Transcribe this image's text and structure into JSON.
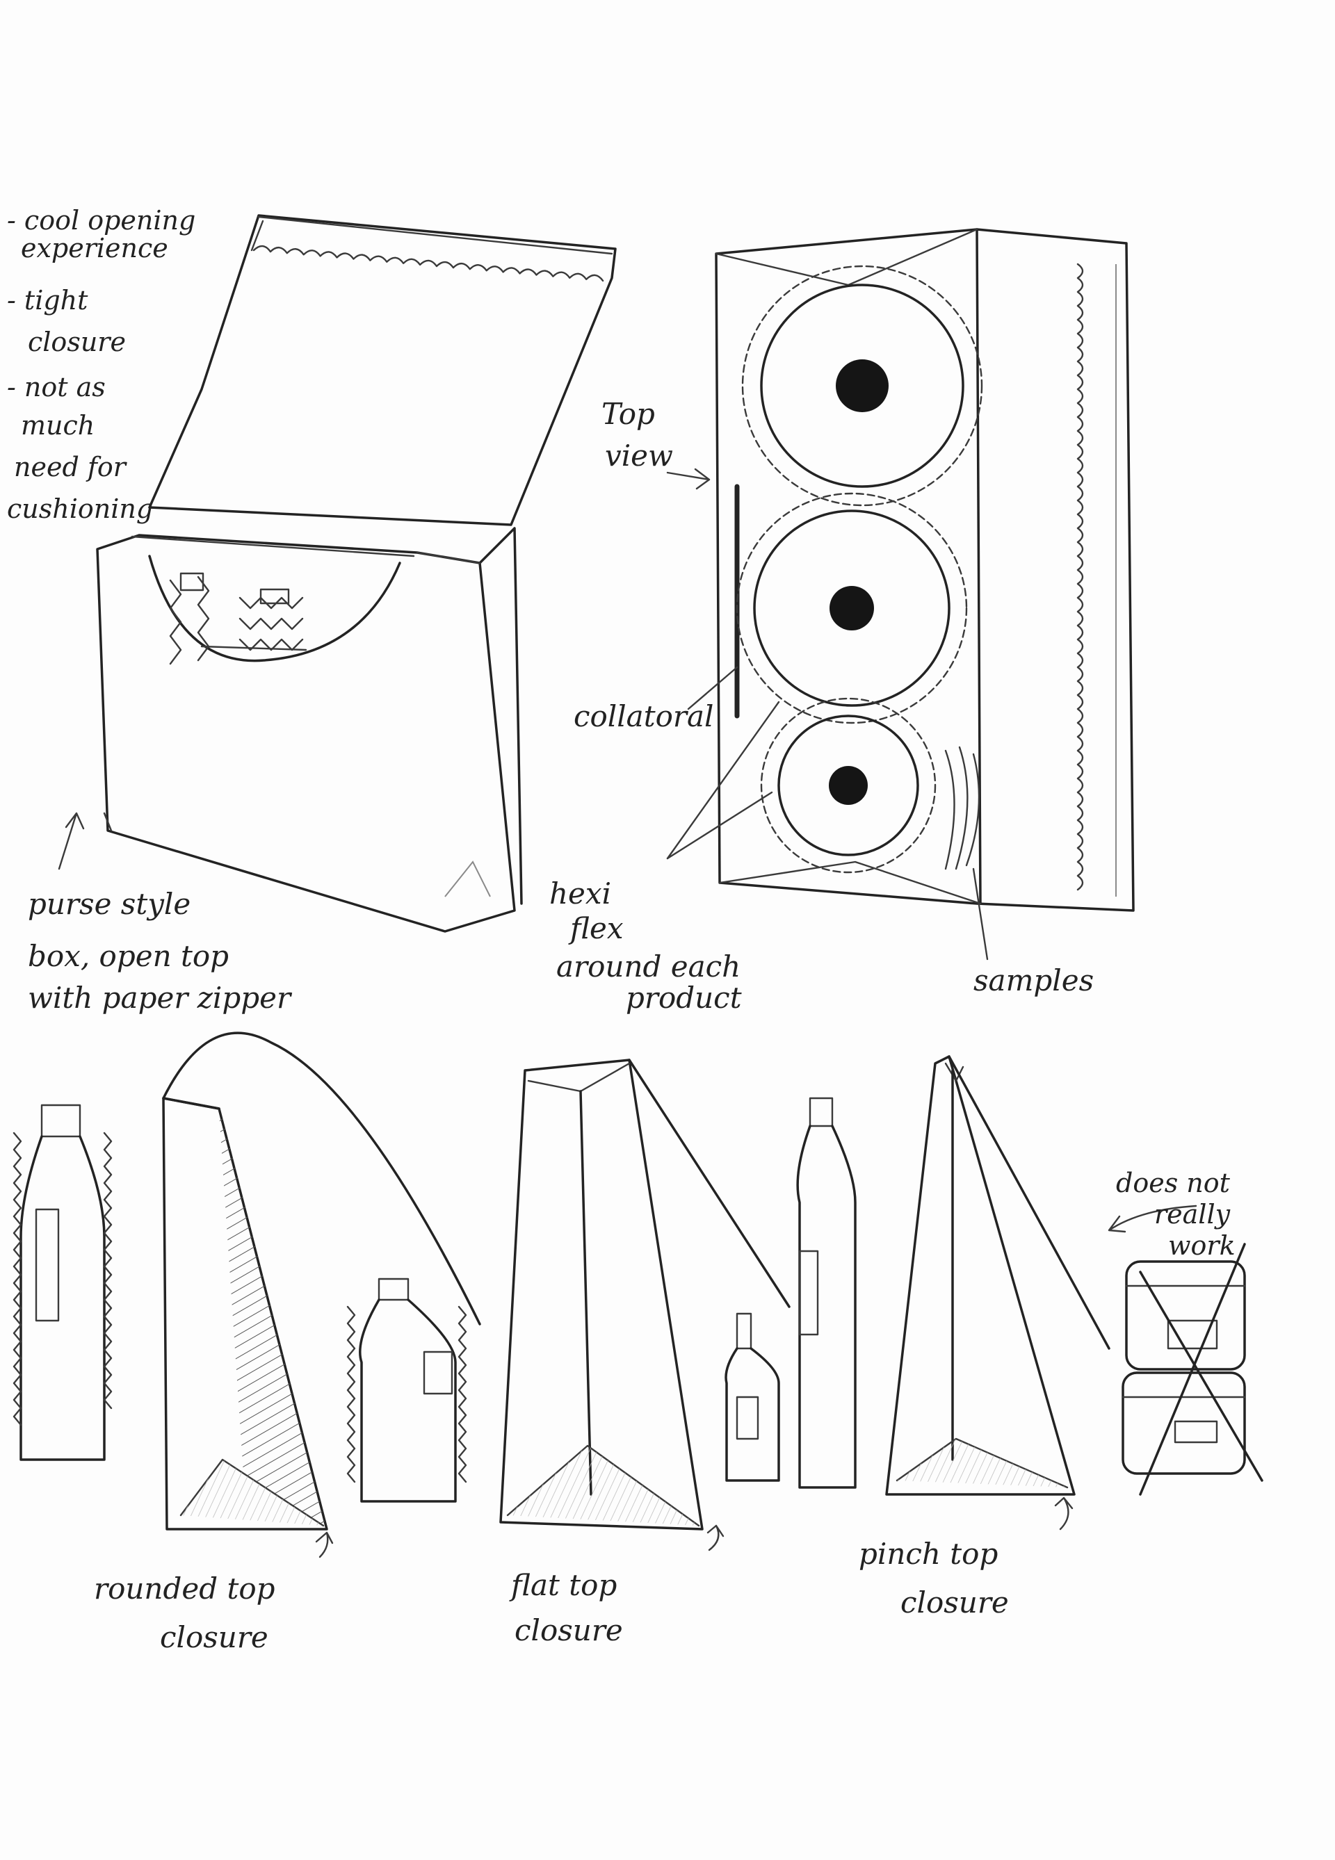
{
  "notes": {
    "box_features": [
      "- cool opening",
      "experience",
      "- tight",
      "closure",
      "- not as",
      "much",
      "need for",
      "cushioning"
    ],
    "top_view": [
      "Top",
      "view"
    ],
    "collateral": "collatoral",
    "hexi_flex": [
      "hexi",
      "flex",
      "around each",
      "product"
    ],
    "samples": "samples",
    "purse_box": [
      "purse style",
      "box, open top",
      "with paper zipper"
    ],
    "rounded_top": [
      "rounded top",
      "closure"
    ],
    "flat_top": [
      "flat top",
      "closure"
    ],
    "pinch_top": [
      "pinch top",
      "closure"
    ],
    "does_not_work": [
      "does not",
      "really",
      "work"
    ]
  }
}
